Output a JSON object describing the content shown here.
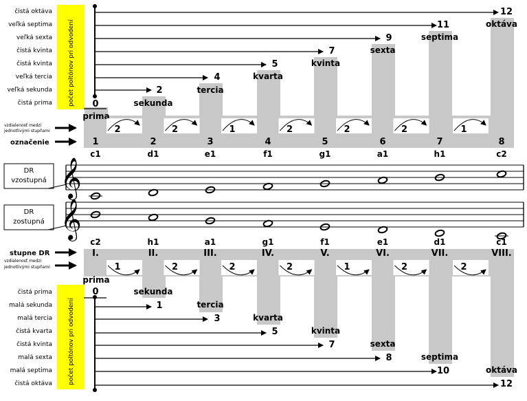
{
  "ascending": {
    "interval_labels": [
      "čistá oktáva",
      "veľká septima",
      "veľká sexta",
      "čistá kvinta",
      "čistá kvinta",
      "veľká tercia",
      "veľká sekunda",
      "čistá prima"
    ],
    "vertical_caption": "počet poltónov pri odvodení",
    "semitones": [
      "0",
      "2",
      "4",
      "5",
      "7",
      "9",
      "11",
      "12"
    ],
    "interval_names": [
      "prima",
      "sekunda",
      "tercia",
      "kvarta",
      "kvinta",
      "sexta",
      "septima",
      "oktáva"
    ],
    "step_distances": [
      "2",
      "2",
      "1",
      "2",
      "2",
      "2",
      "1"
    ],
    "distance_label": "vzdialenosť medzi jednotlivými stupňami",
    "marking_label": "označenie",
    "degrees": [
      "1",
      "2",
      "3",
      "4",
      "5",
      "6",
      "7",
      "8"
    ],
    "notes": [
      "c1",
      "d1",
      "e1",
      "f1",
      "g1",
      "a1",
      "h1",
      "c2"
    ]
  },
  "staff_up": {
    "title_line1": "DR",
    "title_line2": "vzostupná",
    "clef": "𝄞"
  },
  "staff_down": {
    "title_line1": "DR",
    "title_line2": "zostupná",
    "clef": "𝄞"
  },
  "descending": {
    "notes": [
      "c2",
      "h1",
      "a1",
      "g1",
      "f1",
      "e1",
      "d1",
      "c1"
    ],
    "degrees_label": "stupne DR",
    "degrees": [
      "I.",
      "II.",
      "III.",
      "IV.",
      "V.",
      "VI.",
      "VII.",
      "VIII."
    ],
    "distance_label": "vzdialenosť medzi jednotlivými stupňami",
    "step_distances": [
      "1",
      "2",
      "2",
      "2",
      "1",
      "2",
      "2"
    ],
    "interval_names": [
      "prima",
      "sekunda",
      "tercia",
      "kvarta",
      "kvinta",
      "sexta",
      "septima",
      "oktáva"
    ],
    "semitones": [
      "0",
      "1",
      "3",
      "5",
      "7",
      "8",
      "10",
      "12"
    ],
    "interval_labels": [
      "čistá prima",
      "malá sekunda",
      "malá tercia",
      "čistá kvarta",
      "čistá kvinta",
      "malá sexta",
      "malá septima",
      "čistá oktáva"
    ],
    "vertical_caption": "počet poltónov pri odvodení"
  }
}
